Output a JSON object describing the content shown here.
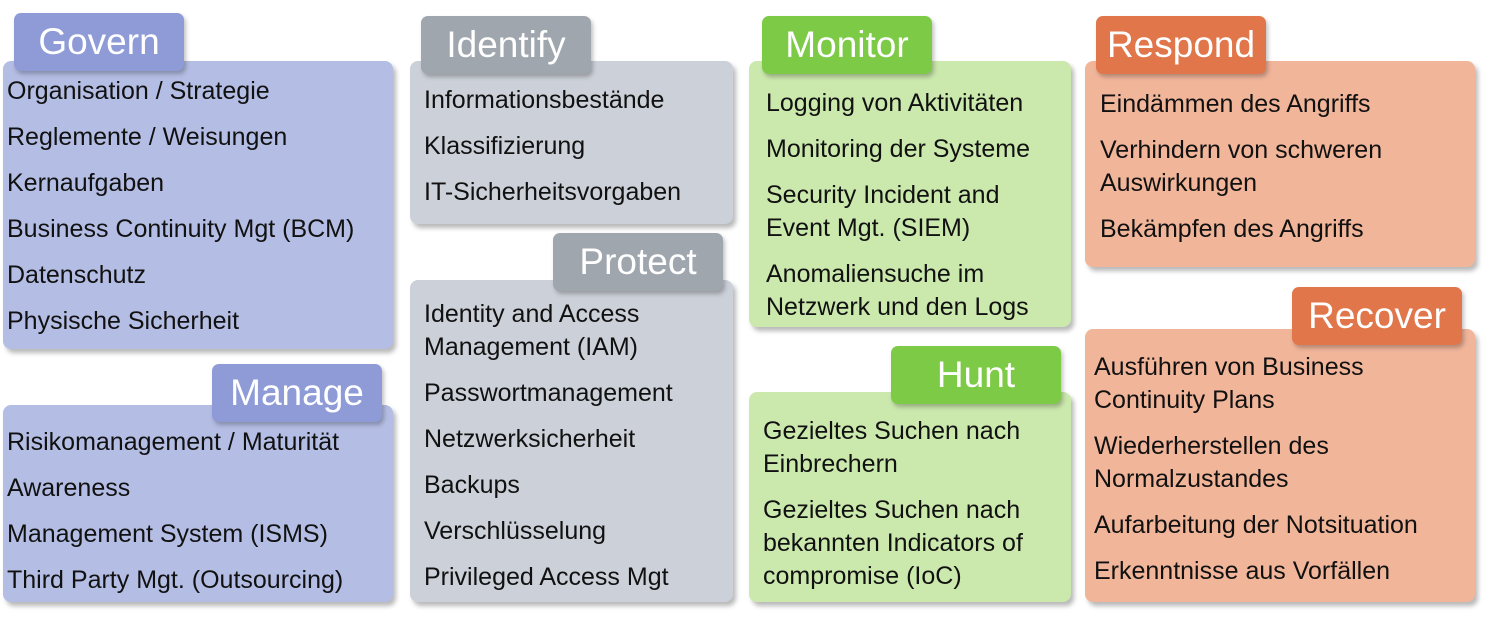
{
  "colors": {
    "govern_box": "#b4bde4",
    "govern_label": "#8e9bd6",
    "identify_box": "#ccd0d8",
    "identify_label": "#9fa6ae",
    "monitor_box": "#cbe8ad",
    "monitor_label": "#7dca47",
    "respond_box": "#f1b59a",
    "respond_label": "#e0764a"
  },
  "govern": {
    "label": "Govern",
    "items": [
      "Organisation / Strategie",
      "Reglemente / Weisungen",
      "Kernaufgaben",
      "Business Continuity Mgt (BCM)",
      "Datenschutz",
      "Physische Sicherheit"
    ]
  },
  "manage": {
    "label": "Manage",
    "items": [
      "Risikomanagement / Maturität",
      "Awareness",
      "Management System (ISMS)",
      "Third Party Mgt. (Outsourcing)"
    ]
  },
  "identify": {
    "label": "Identify",
    "items": [
      "Informationsbestände",
      "Klassifizierung",
      "IT-Sicherheitsvorgaben"
    ]
  },
  "protect": {
    "label": "Protect",
    "items": [
      "Identity and Access\nManagement (IAM)",
      "Passwortmanagement",
      "Netzwerksicherheit",
      "Backups",
      "Verschlüsselung",
      "Privileged Access Mgt"
    ]
  },
  "monitor": {
    "label": "Monitor",
    "items": [
      "Logging von Aktivitäten",
      "Monitoring der Systeme",
      "Security Incident and\nEvent Mgt. (SIEM)",
      "Anomaliensuche im\nNetzwerk und den Logs"
    ]
  },
  "hunt": {
    "label": "Hunt",
    "items": [
      "Gezieltes Suchen nach\nEinbrechern",
      "Gezieltes Suchen nach\nbekannten Indicators of\ncompromise (IoC)"
    ]
  },
  "respond": {
    "label": "Respond",
    "items": [
      "Eindämmen des Angriffs",
      "Verhindern von schweren\nAuswirkungen",
      "Bekämpfen des Angriffs"
    ]
  },
  "recover": {
    "label": "Recover",
    "items": [
      "Ausführen von Business\nContinuity Plans",
      "Wiederherstellen des\nNormalzustandes",
      "Aufarbeitung der Notsituation",
      "Erkenntnisse aus Vorfällen"
    ]
  }
}
